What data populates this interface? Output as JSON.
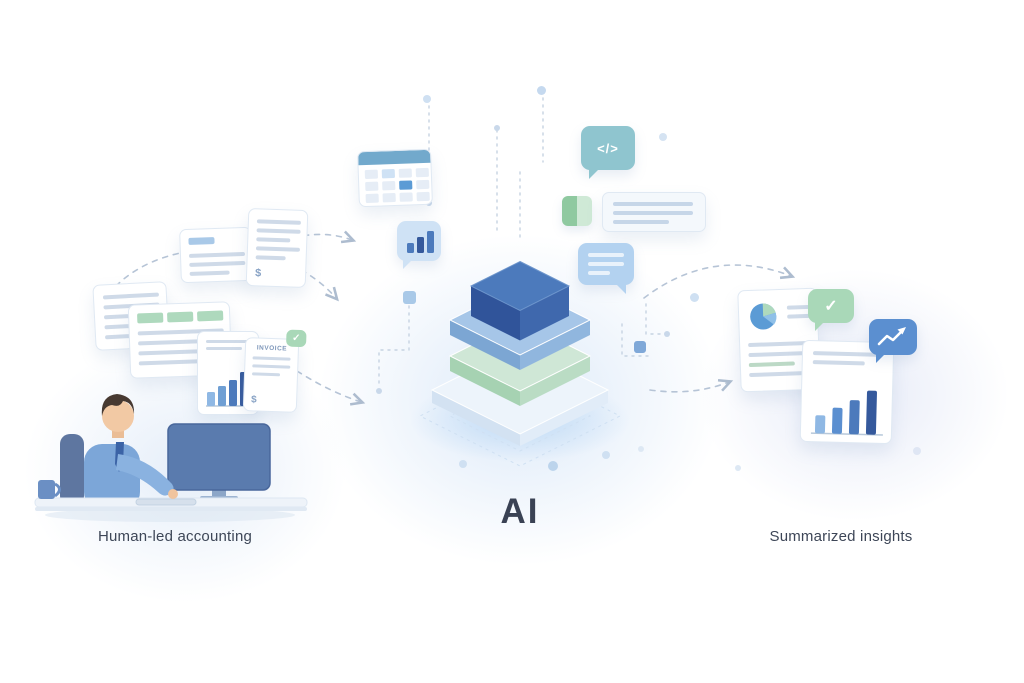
{
  "captions": {
    "left": "Human-led accounting",
    "center": "AI",
    "right": "Summarized insights"
  },
  "documents": {
    "invoice_title": "INVOICE",
    "currency_symbol": "$"
  },
  "glyphs": {
    "code": "</>",
    "check": "✓"
  },
  "colors": {
    "accent_blue": "#4c7abc",
    "dark_blue": "#35599c",
    "mid_blue": "#5b8fd0",
    "light_blue": "#a9c9e8",
    "pale_blue": "#cfe2f5",
    "teal": "#8fc5cf",
    "green": "#a9d8b8",
    "pale_green": "#cde8d2",
    "line_gray": "#cfdae8",
    "arrow_gray": "#b6c4d6",
    "text": "#3d4657"
  },
  "icons": {
    "calendar-icon": "calendar grid",
    "bar-chart-bubble-icon": "bar chart speech bubble",
    "code-bubble-icon": "</> speech bubble",
    "note-card-icon": "document with text lines",
    "chat-bubble-icon": "chat bubble with lines",
    "check-bubble-icon": "checkmark speech bubble",
    "trend-bubble-icon": "rising trend speech bubble",
    "pie-chart-icon": "pie chart",
    "invoice-doc-icon": "invoice document",
    "table-doc-icon": "spreadsheet table document",
    "bar-chart-doc-icon": "bar chart document",
    "ai-stack-icon": "isometric layered AI stack",
    "person-at-desk": "accountant working at a computer"
  }
}
